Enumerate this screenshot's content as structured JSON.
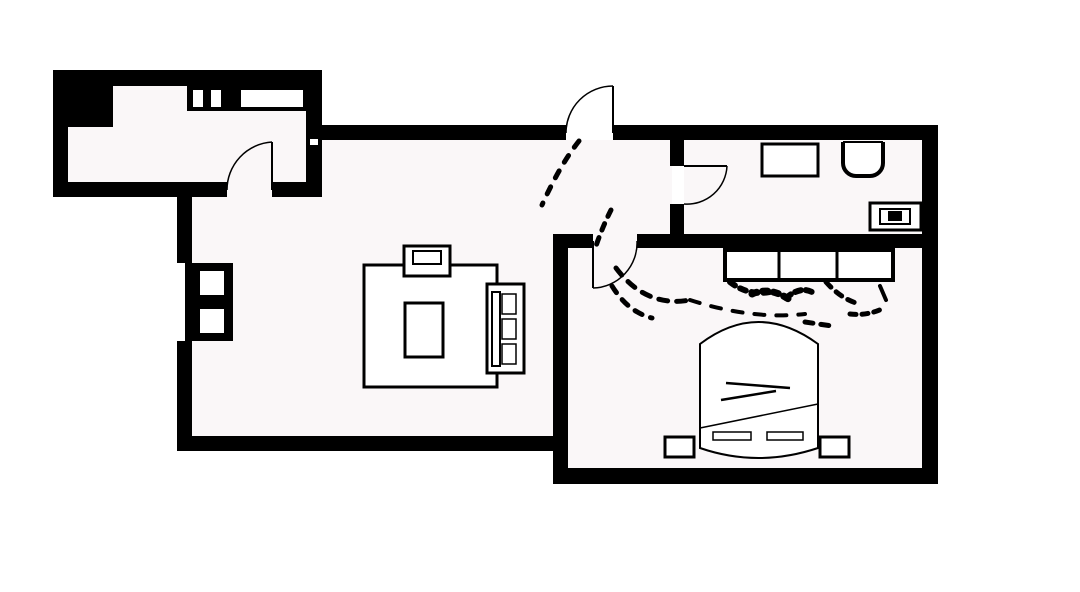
{
  "colors": {
    "background": "#ffffff",
    "floor": "#faf7f8",
    "wall": "#000000",
    "line": "#000000",
    "fixture_fill": "#ffffff"
  },
  "rooms": [
    {
      "id": "utility-room"
    },
    {
      "id": "living-room"
    },
    {
      "id": "bathroom"
    },
    {
      "id": "bedroom"
    }
  ],
  "icons": [
    "door-swing-icon",
    "sofa-icon",
    "armchair-icon",
    "coffee-table-icon",
    "rug-icon",
    "bed-icon",
    "nightstand-icon",
    "wardrobe-icon",
    "toilet-icon",
    "sink-icon",
    "bathtub-icon",
    "window-icon",
    "kitchen-counter-icon"
  ]
}
